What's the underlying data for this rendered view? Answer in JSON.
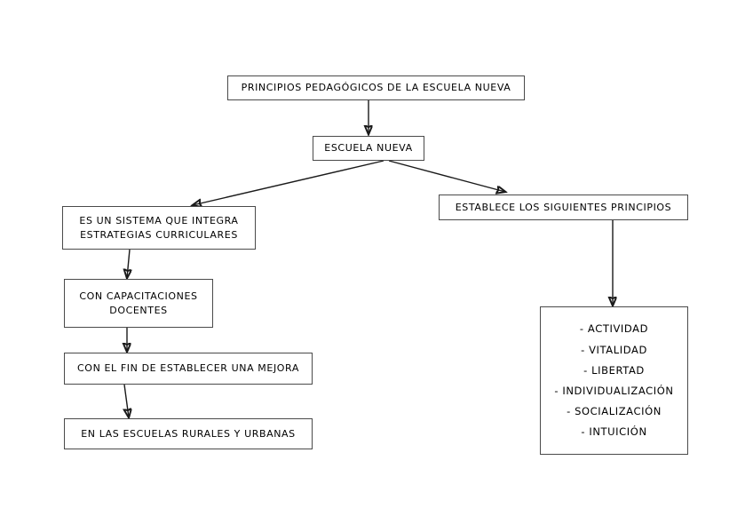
{
  "document": {
    "title": "PRINCIPIOS PEDAGÓGICOS DE LA ESCUELA NUEVA",
    "type": "concept-map",
    "background_color": "#ffffff",
    "border_color": "#4a4a4a",
    "text_color": "#000000",
    "arrow_color": "#1a1a1a"
  },
  "nodes": {
    "title_box": {
      "label": "PRINCIPIOS PEDAGÓGICOS DE LA ESCUELA NUEVA"
    },
    "root": {
      "label": "ESCUELA NUEVA"
    },
    "left_branch": {
      "line1": "ES UN SISTEMA QUE INTEGRA",
      "line2": "ESTRATEGIAS CURRICULARES"
    },
    "left_step2": {
      "line1": "CON CAPACITACIONES",
      "line2": "DOCENTES"
    },
    "left_step3": {
      "label": "CON EL FIN DE ESTABLECER UNA MEJORA"
    },
    "left_step4": {
      "label": "EN LAS ESCUELAS RURALES Y URBANAS"
    },
    "right_branch": {
      "label": "ESTABLECE LOS SIGUIENTES PRINCIPIOS"
    },
    "principles_box": {
      "items": [
        "- ACTIVIDAD",
        "- VITALIDAD",
        "- LIBERTAD",
        "- INDIVIDUALIZACIÓN",
        "- SOCIALIZACIÓN",
        "- INTUICIÓN"
      ]
    }
  }
}
